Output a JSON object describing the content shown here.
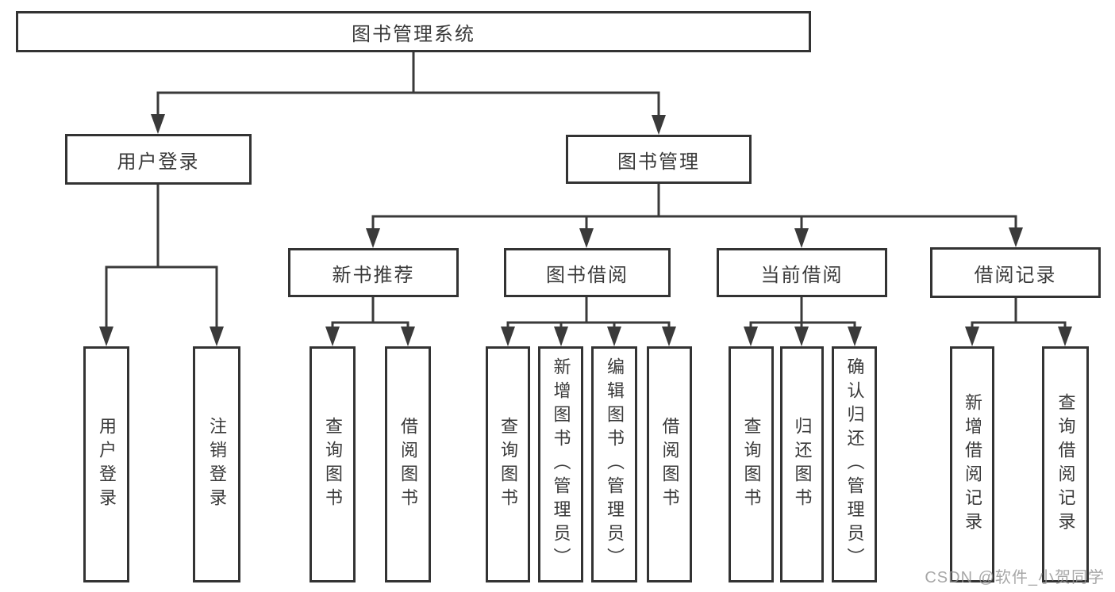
{
  "root": {
    "label": "图书管理系统"
  },
  "level2": [
    {
      "label": "用户登录"
    },
    {
      "label": "图书管理"
    }
  ],
  "level3": [
    {
      "label": "新书推荐"
    },
    {
      "label": "图书借阅"
    },
    {
      "label": "当前借阅"
    },
    {
      "label": "借阅记录"
    }
  ],
  "leaves": [
    {
      "label": "用户登录"
    },
    {
      "label": "注销登录"
    },
    {
      "label": "查询图书"
    },
    {
      "label": "借阅图书"
    },
    {
      "label": "查询图书"
    },
    {
      "label": "新增图书（管理员）"
    },
    {
      "label": "编辑图书（管理员）"
    },
    {
      "label": "借阅图书"
    },
    {
      "label": "查询图书"
    },
    {
      "label": "归还图书"
    },
    {
      "label": "确认归还（管理员）"
    },
    {
      "label": "新增借阅记录"
    },
    {
      "label": "查询借阅记录"
    }
  ],
  "watermark": {
    "text": "CSDN @软件_小贺同学"
  },
  "colors": {
    "line": "#3a3a3a",
    "box_border": "#333333",
    "text": "#3a3a3a",
    "background": "#ffffff",
    "watermark": "#949494"
  }
}
